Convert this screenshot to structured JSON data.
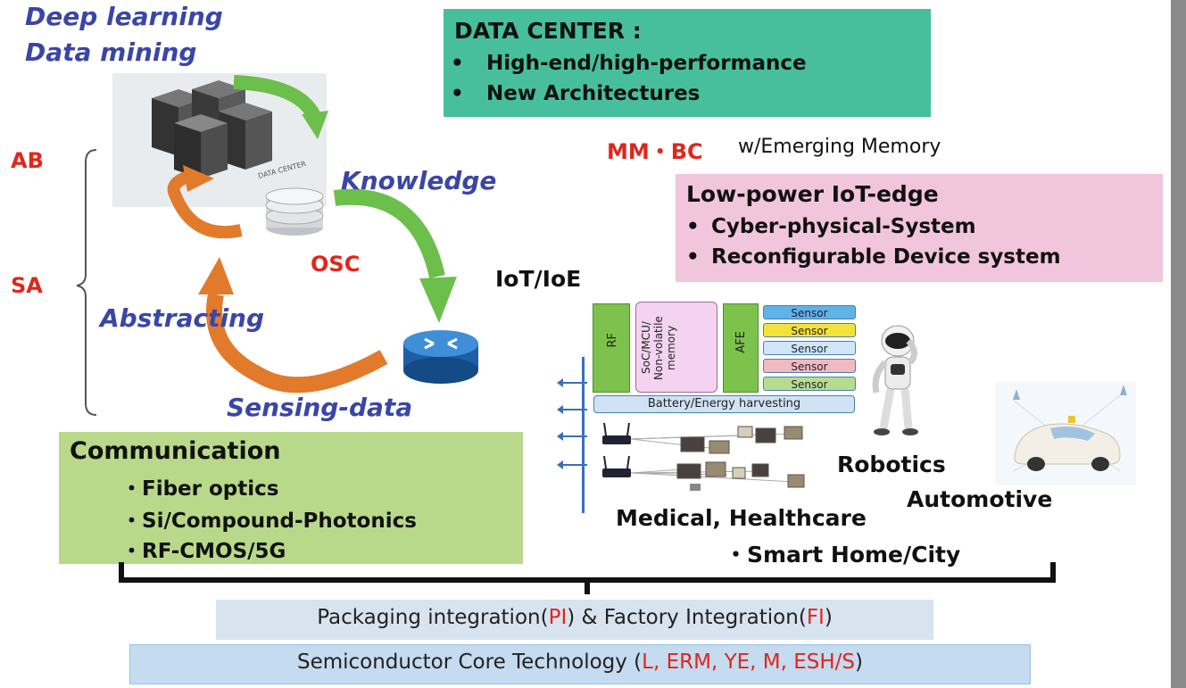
{
  "left": {
    "title_line1": "Deep learning",
    "title_line2": "Data mining",
    "ab": "AB",
    "sa": "SA",
    "knowledge": "Knowledge",
    "osc": "OSC",
    "abstracting": "Abstracting",
    "sensing": "Sensing-data",
    "server_label": "DATA CENTER"
  },
  "data_center": {
    "title": "DATA CENTER :",
    "bullets": [
      "High-end/high-performance",
      "New Architectures"
    ]
  },
  "mm_bc": {
    "label": "MM・BC",
    "text": "w/Emerging Memory"
  },
  "iot_edge": {
    "title": "Low-power IoT-edge",
    "bullets": [
      "Cyber-physical-System",
      "Reconfigurable Device system"
    ]
  },
  "iot_ioe": "IoT/IoE",
  "hardware": {
    "rf": "RF",
    "soc": "SoC/MCU/ Non-volatile memory",
    "afe": "AFE",
    "sensors": [
      "Sensor",
      "Sensor",
      "Sensor",
      "Sensor",
      "Sensor"
    ],
    "sensor_colors": [
      "#5fb3e8",
      "#f2e23a",
      "#cfe6f7",
      "#f2b9c0",
      "#b6dd8e"
    ],
    "battery": "Battery/Energy harvesting"
  },
  "applications": {
    "robotics": "Robotics",
    "automotive": "Automotive",
    "medical": "Medical, Healthcare",
    "smart": "・Smart Home/City"
  },
  "communication": {
    "title": "Communication",
    "items": [
      "・Fiber optics",
      "・Si/Compound-Photonics",
      "・RF-CMOS/5G"
    ]
  },
  "packaging": {
    "prefix": "Packaging integration(",
    "pi": "PI",
    "middle": ") & Factory Integration(",
    "fi": "FI",
    "suffix": ")"
  },
  "semiconductor": {
    "prefix": "Semiconductor Core Technology (",
    "codes": "L, ERM, YE, M, ESH/S",
    "suffix": ")"
  },
  "colors": {
    "accent_blue": "#3a46a6",
    "accent_red": "#e0261b",
    "data_center_box": "#47bf9c",
    "iot_box": "#f1c5dc",
    "comm_box": "#b8d98a",
    "arrow_orange": "#e27a2c",
    "arrow_green": "#6cbf4a"
  }
}
